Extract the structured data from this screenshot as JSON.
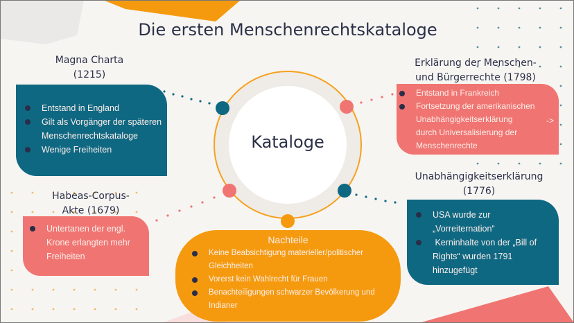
{
  "title": "Die ersten Menschenrechtskataloge",
  "center_label": "Kataloge",
  "colors": {
    "teal": "#0f6882",
    "coral": "#f07572",
    "orange": "#f59a0f",
    "text_dark": "#2b3048",
    "background": "#f7f5f2"
  },
  "magna_charta": {
    "heading_line1": "Magna Charta",
    "heading_line2": "(1215)",
    "bullets": [
      "Entstand in England",
      "Gilt als Vorgänger der späteren",
      "Menschenrechtskataloge",
      "Wenige Freiheiten"
    ]
  },
  "erklaerung": {
    "heading_line1": "Erklärung der Menschen-",
    "heading_line2": "und Bürgerrechte (1798)",
    "bullets": [
      "Entstand in Frankreich",
      "Fortsetzung der amerikanischen",
      "Unabhängigkeitserklärung",
      "durch Universalisierung der",
      "Menschenrechte"
    ],
    "arrow": "->"
  },
  "habeas": {
    "heading_line1": "Habeas-Corpus-",
    "heading_line2": "Akte (1679)",
    "bullets": [
      "Untertanen der engl.",
      "Krone erlangten mehr",
      "Freiheiten"
    ]
  },
  "unabhaengigkeit": {
    "heading_line1": "Unabhängigkeitserklärung",
    "heading_line2": "(1776)",
    "bullets": [
      "USA wurde zur",
      "„Vorreiternation“",
      " Kerninhalte von der „Bill of",
      "Rights“ wurden 1791",
      "hinzugefügt"
    ]
  },
  "nachteile": {
    "heading": "Nachteile",
    "bullets": [
      "Keine Beabsichtigung materieller/politischer",
      "Gleichheiten",
      "Vorerst kein Wahlrecht für Frauen",
      "Benachteiligungen schwarzer Bevölkerung und",
      "Indianer"
    ]
  }
}
